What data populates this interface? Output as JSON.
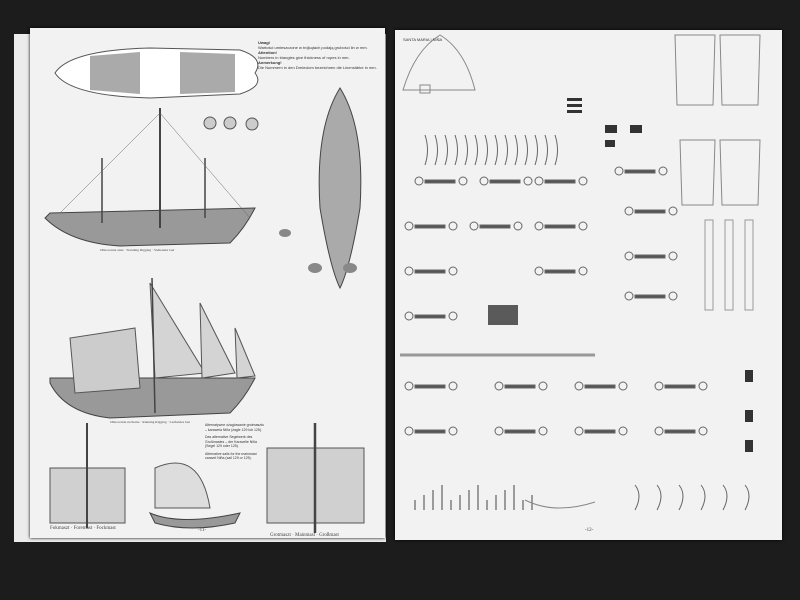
{
  "left_page": {
    "notes": {
      "pl_title": "Uwagi",
      "pl_text": "Wartości umieszczone w trójkątach podają grubości lin w mm.",
      "en_title": "Attention!",
      "en_text": "Numbers in triangles give thickness of ropes in mm.",
      "de_title": "Anmerkung!",
      "de_text": "Die Nummern in den Dreiecken bezeichnen die Linenstärke in mm."
    },
    "caption_standing": "Olinowanie stałe · Standing Rigging · Stehendes Gut",
    "caption_running": "Olinowanie ruchome · Running Rigging · Laufendes Gut",
    "alt_sails": {
      "pl": "Alternatywne ożaglowanie grotmasztu – karawela Niña (żagle 129 lub 125).",
      "de": "Das alternative Segelwerk des Großmastes – der Karavelle Niña (Segel 129 oder 125).",
      "en": "Alternative sails for the mainmast caravel Niña (sail 129 or 125)."
    },
    "caption_foremast": "Fokmaszt · Foremast · Fockmast",
    "caption_mainmast": "Grotmaszt · Mainmast · Großmast",
    "page_number": "-11-"
  },
  "right_page": {
    "header": "SANTA MARIA | NIÑA",
    "page_number": "-12-"
  },
  "colors": {
    "background": "#1c1c1c",
    "paper": "#f2f2f2",
    "hull_gray": "#9a9a9a",
    "sail_gray": "#c8c8c8"
  }
}
